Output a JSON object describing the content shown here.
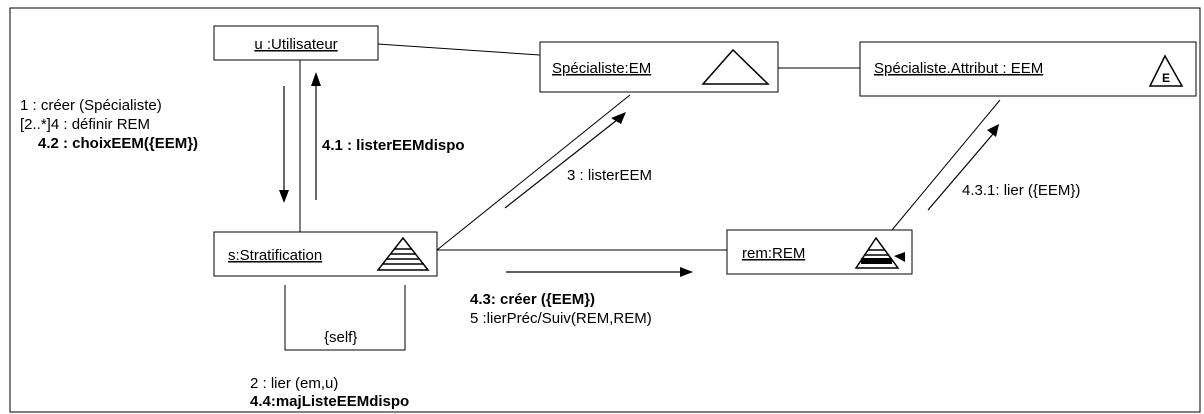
{
  "objects": {
    "utilisateur": "u :Utilisateur",
    "specialiste": "Spécialiste:EM",
    "attribut": "Spécialiste.Attribut : EEM",
    "attribut_icon_letter": "E",
    "stratification": "s:Stratification",
    "rem": "rem:REM",
    "self": "{self}"
  },
  "messages": {
    "m1": "1 : créer (Spécialiste)",
    "m2": "[2..*]4 : définir REM",
    "m42": "4.2 : choixEEM({EEM})",
    "m41": "4.1 : listerEEMdispo",
    "m3": "3 : listerEEM",
    "m431": "4.3.1: lier ({EEM})",
    "m43": "4.3: créer ({EEM})",
    "m5": "5 :lierPréc/Suiv(REM,REM)",
    "m2b": "2 : lier (em,u)",
    "m44": "4.4:majListeEEMdispo"
  },
  "icons": [
    "triangle-icon",
    "entity-triangle-icon",
    "stratification-icon",
    "rem-icon"
  ]
}
